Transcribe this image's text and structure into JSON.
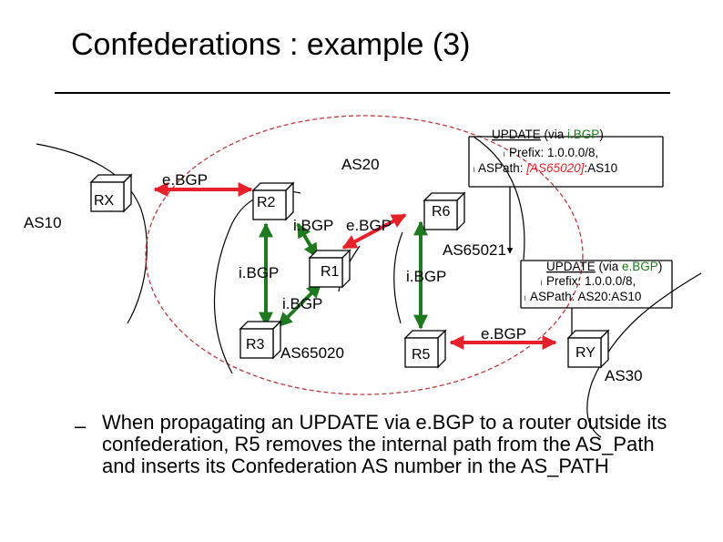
{
  "title": "Confederations : example (3)",
  "as_labels": {
    "as10": "AS10",
    "as20": "AS20",
    "as30": "AS30",
    "as65020": "AS65020",
    "as65021": "AS65021"
  },
  "routers": {
    "rx": "RX",
    "r2": "R2",
    "r1": "R1",
    "r3": "R3",
    "r6": "R6",
    "r5": "R5",
    "ry": "RY"
  },
  "sessions": {
    "ebgp_rx_r2": "e.BGP",
    "ibgp_r2_r1": "i.BGP",
    "ebgp_r1_r6": "e.BGP",
    "ibgp_r2_r3": "i.BGP",
    "ibgp_r1_r3": "i.BGP",
    "ibgp_r6_r5": "i.BGP",
    "ebgp_r5_ry": "e.BGP"
  },
  "update_box_1": {
    "header_prefix": "UPDATE",
    "header_via": "(via ",
    "header_proto": "i.BGP",
    "header_close": ")",
    "line1_bullet": "l",
    "line1": "Prefix: 1.0.0.0/8,",
    "line2_bullet": "l",
    "line2_label": "ASPath: ",
    "line2_confed": "[AS65020]",
    "line2_rest": ":AS10"
  },
  "update_box_2": {
    "header_prefix": "UPDATE",
    "header_via": "(via ",
    "header_proto": "e.BGP",
    "header_close": ")",
    "line1_bullet": "l",
    "line1": "Prefix: 1.0.0.0/8,",
    "line2_bullet": "l",
    "line2": "ASPath: AS20:AS10"
  },
  "bullet": "–",
  "bullet_text": "When propagating an UPDATE via e.BGP to a router outside its confederation, R5 removes the internal path from the AS_Path and inserts its Confederation AS number in the AS_PATH",
  "colors": {
    "ebgp_arrow": "#e8202a",
    "ibgp_arrow": "#1f7a1f",
    "boundary": "#c0393b",
    "confed_text": "#e8202a",
    "ibgp_text": "#1a7a1a"
  }
}
